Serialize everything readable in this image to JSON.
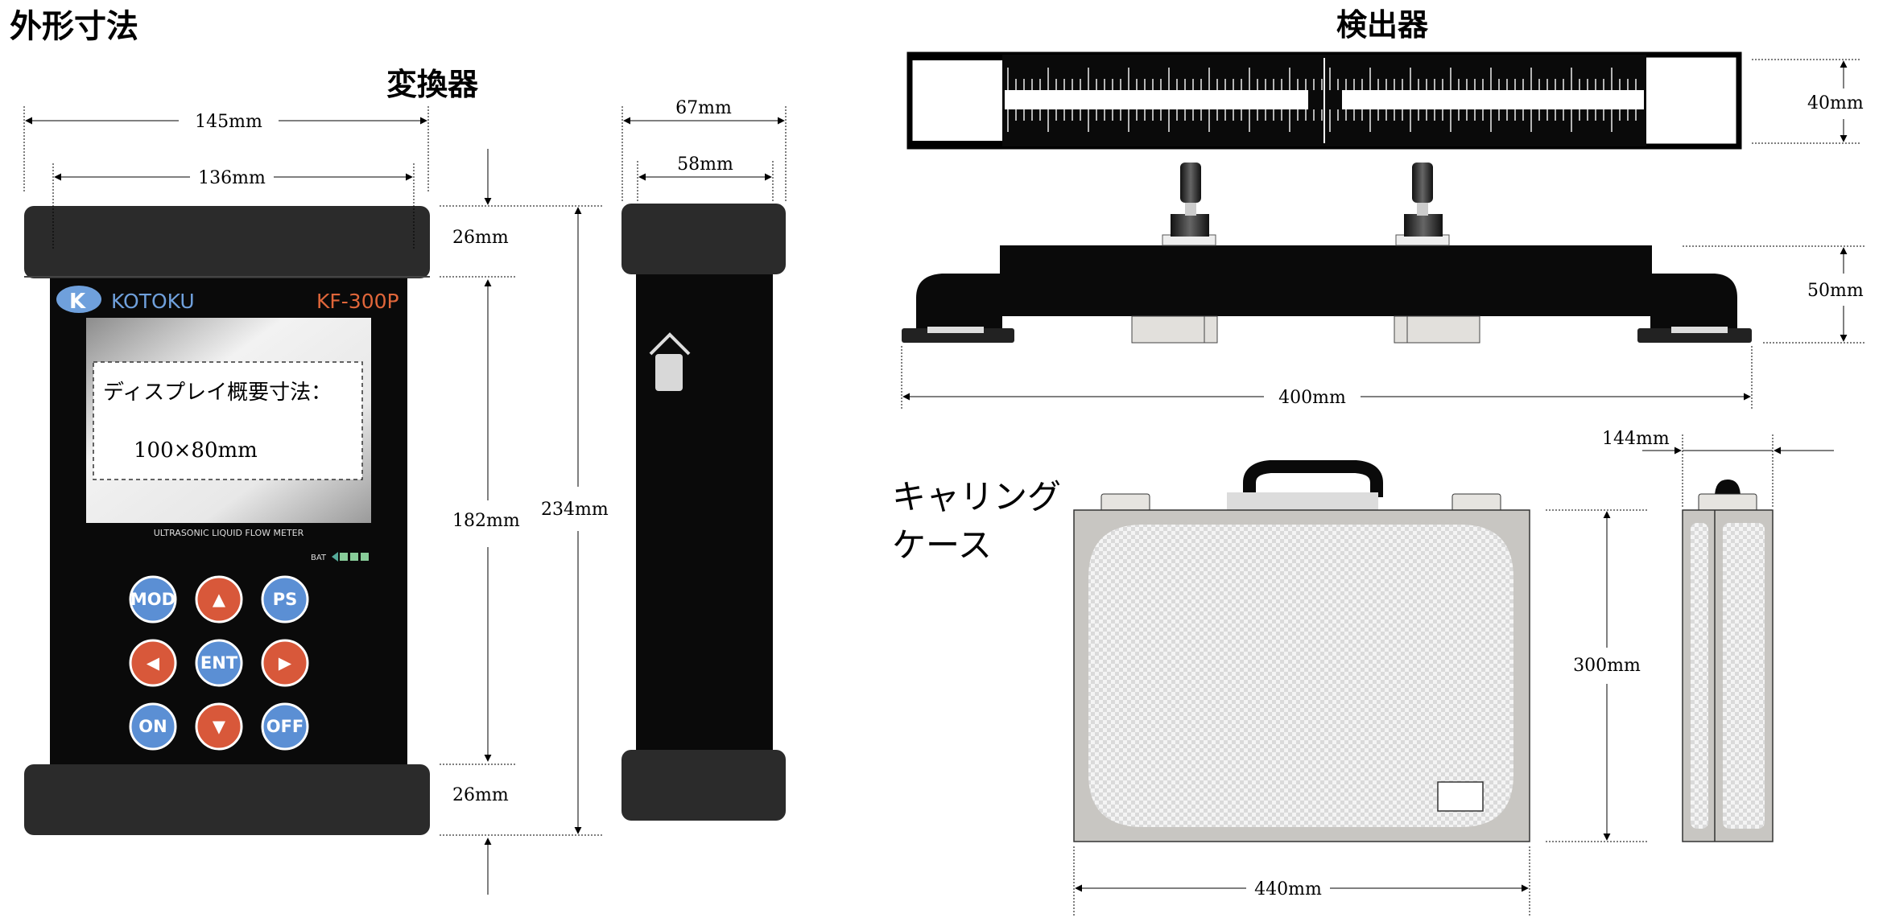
{
  "title": "外形寸法",
  "converter": {
    "heading": "変換器",
    "brand": "KOTOKU",
    "model": "KF-300P",
    "display_note_line1": "ディスプレイ概要寸法：",
    "display_note_line2": "100×80mm",
    "caption": "ULTRASONIC LIQUID FLOW METER",
    "bat_label": "BAT",
    "buttons": [
      "MOD",
      "▲",
      "PS",
      "◀",
      "ENT",
      "▶",
      "ON",
      "▼",
      "OFF"
    ],
    "dims": {
      "overall_width": "145mm",
      "inner_width": "136mm",
      "top_bumper": "26mm",
      "body": "182mm",
      "overall_height": "234mm",
      "bottom_bumper": "26mm",
      "side_width": "67mm",
      "side_inner": "58mm"
    }
  },
  "detector": {
    "heading": "検出器",
    "dims": {
      "height_top": "40mm",
      "height_side": "50mm",
      "length": "400mm"
    }
  },
  "case": {
    "heading_line1": "キャリング",
    "heading_line2": "ケース",
    "dims": {
      "depth": "144mm",
      "height": "300mm",
      "width": "440mm"
    }
  },
  "colors": {
    "body_black": "#0a0a0a",
    "bumper": "#2b2b2b",
    "blue_button": "#5b8fd4",
    "red_button": "#d8583a",
    "model_orange": "#e0663a",
    "brand_blue": "#6fa0dc",
    "case_gray": "#c8c6c2"
  }
}
